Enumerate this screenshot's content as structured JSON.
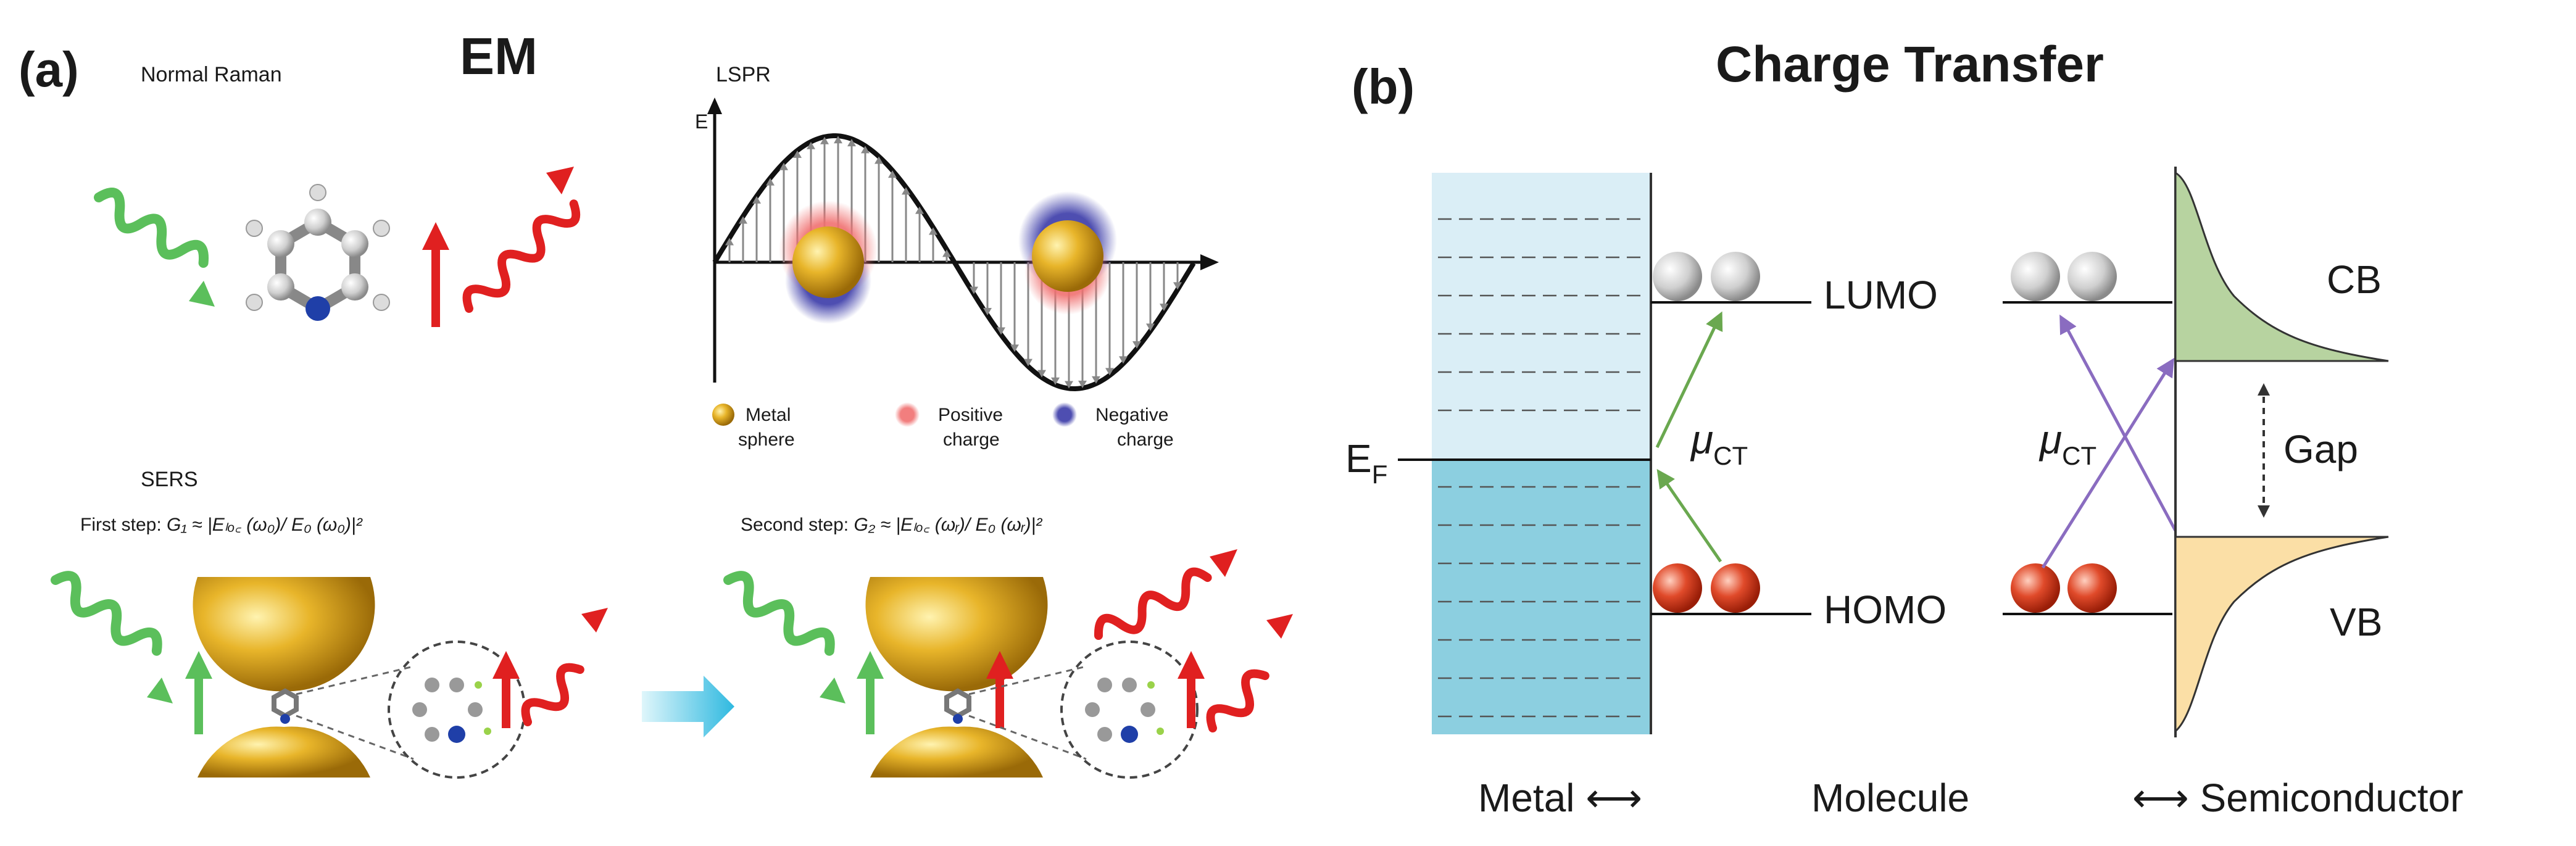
{
  "panel_a": {
    "label": "(a)",
    "title": "EM",
    "normal_raman": "Normal Raman",
    "lspr": {
      "title": "LSPR",
      "axis_label": "E",
      "legend": [
        {
          "line1": "Metal",
          "line2": "sphere",
          "color": "#d4a017"
        },
        {
          "line1": "Positive",
          "line2": "charge",
          "color": "#f07070"
        },
        {
          "line1": "Negative",
          "line2": "charge",
          "color": "#3a3aa8"
        }
      ]
    },
    "sers": {
      "title": "SERS",
      "first_step_prefix": "First step: ",
      "first_step_formula": "G₁ ≈ |Eₗₒ꜀ (ω₀)/ E₀ (ω₀)|²",
      "second_step_prefix": "Second step: ",
      "second_step_formula": "G₂ ≈ |Eₗₒ꜀ (ωᵣ)/ E₀ (ωᵣ)|²"
    }
  },
  "panel_b": {
    "label": "(b)",
    "title": "Charge Transfer",
    "ef_label": "E",
    "ef_sub": "F",
    "lumo": "LUMO",
    "homo": "HOMO",
    "cb": "CB",
    "vb": "VB",
    "gap": "Gap",
    "mu": "μ",
    "mu_sub": "CT",
    "bottom_metal": "Metal ⟷",
    "bottom_molecule": "Molecule",
    "bottom_semiconductor": "⟷ Semiconductor"
  },
  "colors": {
    "gold": "#d4a017",
    "green_wave": "#5bbf5b",
    "red_wave": "#e02020",
    "metal_upper": "#daeef6",
    "metal_lower": "#8ccfe0",
    "cb_fill": "#b7d3a0",
    "vb_fill": "#fbdfa6",
    "ct_green": "#6aa84f",
    "ct_purple": "#8a6cc0",
    "molecule_red": "#e04a2a"
  }
}
